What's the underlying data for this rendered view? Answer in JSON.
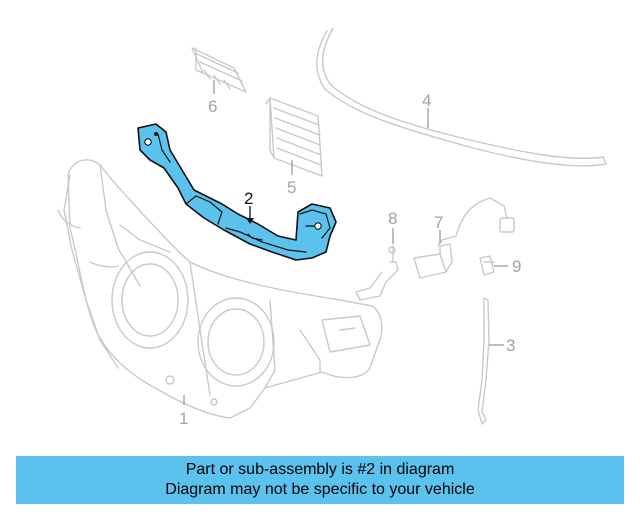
{
  "callouts": {
    "part1": "1",
    "part2": "2",
    "part3": "3",
    "part4": "4",
    "part5": "5",
    "part6": "6",
    "part7": "7",
    "part8": "8",
    "part9": "9"
  },
  "highlight_part": "2",
  "colors": {
    "highlight": "#5bc2ee",
    "banner": "#5bc2ee",
    "ghost_lines": "#c9c9c9"
  },
  "banner": {
    "line1": "Part or sub-assembly is #2 in diagram",
    "line2": "Diagram may not be specific to your vehicle"
  }
}
